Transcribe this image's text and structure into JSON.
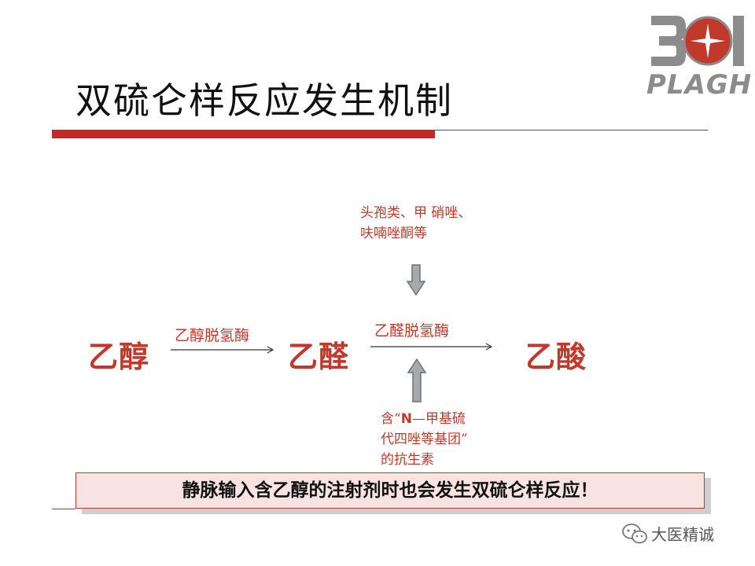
{
  "title": "双硫仑样反应发生机制",
  "logo": {
    "number": "301",
    "word": "PLAGH"
  },
  "top_note": {
    "line1": "头孢类、甲 硝唑、",
    "line2": "呋喃唑酮等"
  },
  "compounds": {
    "ethanol": "乙醇",
    "acetaldehyde": "乙醛",
    "acetic_acid": "乙酸"
  },
  "enzymes": {
    "adh": "乙醇脱氢酶",
    "aldh": "乙醛脱氢酶"
  },
  "bottom_note": {
    "prefix": "含“",
    "bold": "N",
    "line1_rest": "—甲基硫",
    "line2": "代四唑等基团”",
    "line3": "的抗生素"
  },
  "callout": "静脉输入含乙醇的注射剂时也会发生双硫仑样反应！",
  "watermark": "大医精诚",
  "colors": {
    "accent_red": "#c62828",
    "text_red": "#c0392b",
    "arrow_gray": "#a7a9ac"
  }
}
